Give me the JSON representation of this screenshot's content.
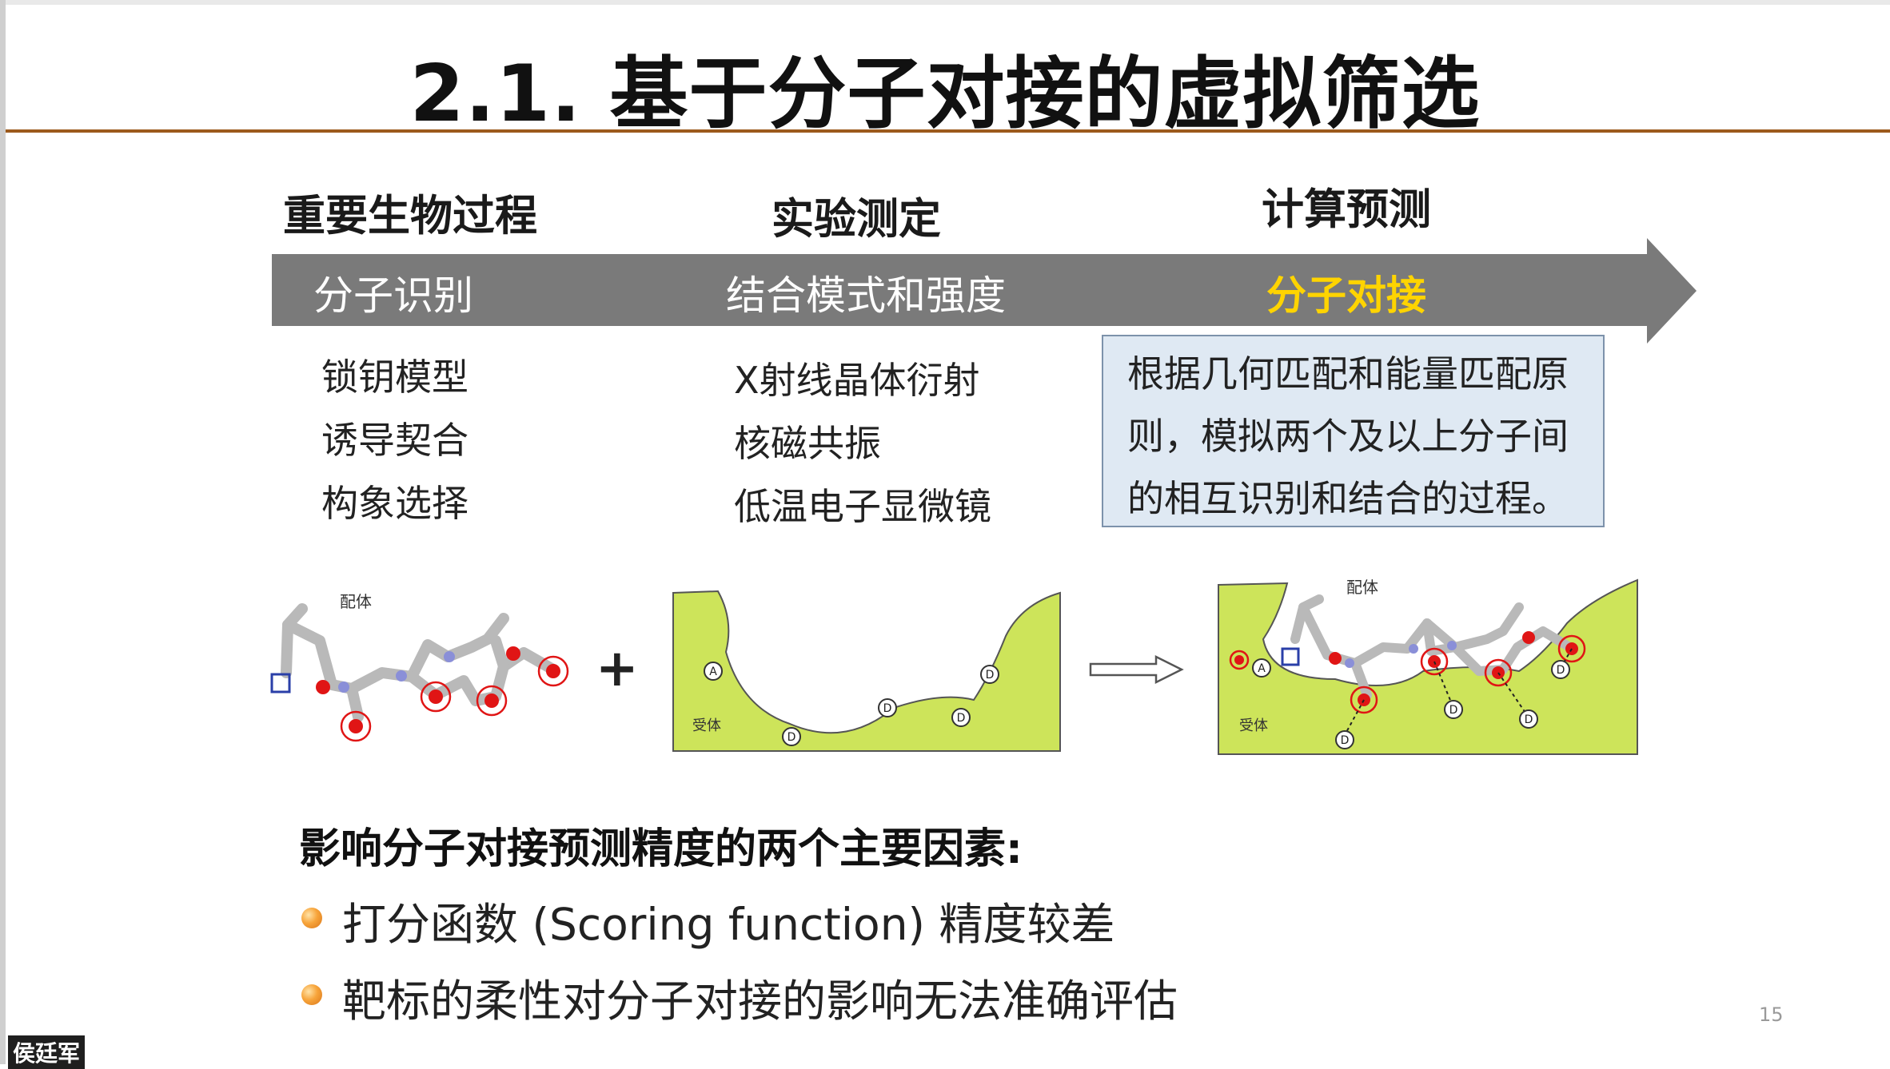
{
  "slide": {
    "title": "2.1. 基于分子对接的虚拟筛选",
    "columns": [
      {
        "heading": "重要生物过程",
        "band_label": "分子识别",
        "items": [
          "锁钥模型",
          "诱导契合",
          "构象选择"
        ]
      },
      {
        "heading": "实验测定",
        "band_label": "结合模式和强度",
        "items": [
          "X射线晶体衍射",
          "核磁共振",
          "低温电子显微镜"
        ]
      },
      {
        "heading": "计算预测",
        "band_label": "分子对接",
        "definition_lines": [
          "根据几何匹配和能量匹配原",
          "则，模拟两个及以上分子间",
          "的相互识别和结合的过程。"
        ]
      }
    ],
    "diagram": {
      "ligand_label": "配体",
      "receptor_label": "受体",
      "plus_sign": "+",
      "site_labels": {
        "a": "A",
        "d": "D"
      }
    },
    "factors": {
      "title": "影响分子对接预测精度的两个主要因素:",
      "items": [
        "打分函数 (Scoring function) 精度较差",
        "靶标的柔性对分子对接的影响无法准确评估"
      ]
    },
    "page_number": "15",
    "presenter_name": "侯廷军"
  },
  "colors": {
    "title_rule": "#9c5a1c",
    "band": "#7a7a7a",
    "band_highlight_text": "#ffd400",
    "receptor_fill": "#cde45a",
    "definition_box": "#dfe9f3",
    "bullet": "#f29a2e"
  },
  "icons": {
    "bullet": "orange-circle-bullet-icon",
    "transition_arrow": "hollow-right-arrow-icon"
  }
}
